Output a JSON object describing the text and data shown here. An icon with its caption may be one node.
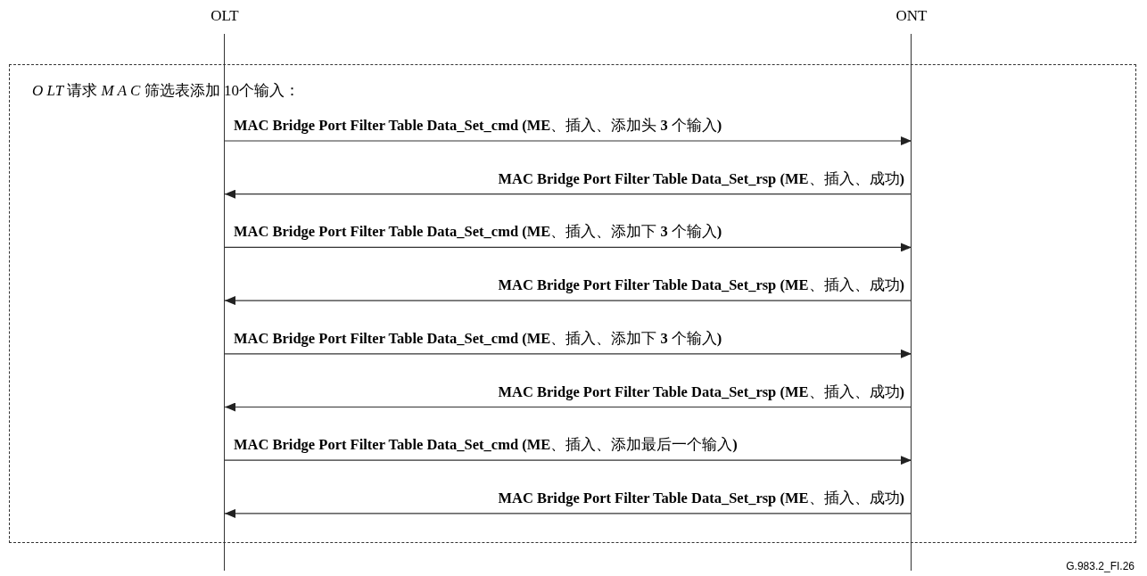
{
  "diagram": {
    "nodes": [
      {
        "text": [
          "OLT"
        ]
      },
      {
        "text": [
          "ONT"
        ]
      }
    ],
    "edges": [
      {
        "from": 0,
        "to": 1,
        "arrow": "to",
        "label": "**MAC Bridge Port Filter Table Data_Set_cmd (ME**、插入、添加头 **3** 个输入**)**"
      },
      {
        "from": 1,
        "to": 0,
        "arrow": "to",
        "label": "**MAC Bridge Port Filter Table Data_Set_rsp (ME**、插入、成功**)**"
      },
      {
        "from": 0,
        "to": 1,
        "arrow": "to",
        "label": "**MAC Bridge Port Filter Table Data_Set_cmd (ME**、插入、添加下 **3** 个输入**)**"
      },
      {
        "from": 1,
        "to": 0,
        "arrow": "to",
        "label": "**MAC Bridge Port Filter Table Data_Set_rsp (ME**、插入、成功**)**"
      },
      {
        "from": 0,
        "to": 1,
        "arrow": "to",
        "label": "**MAC Bridge Port Filter Table Data_Set_cmd (ME**、插入、添加下 **3** 个输入**)**"
      },
      {
        "from": 1,
        "to": 0,
        "arrow": "to",
        "label": "**MAC Bridge Port Filter Table Data_Set_rsp (ME**、插入、成功**)**"
      },
      {
        "from": 0,
        "to": 1,
        "arrow": "to",
        "label": "**MAC Bridge Port Filter Table Data_Set_cmd (ME**、插入、添加最后一个输入**)**"
      },
      {
        "from": 1,
        "to": 0,
        "arrow": "to",
        "label": "**MAC Bridge Port Filter Table Data_Set_rsp (ME**、插入、成功**)**"
      }
    ],
    "labels": [
      "*O LT* 请求 *M A C* 筛选表添加 10个输入：",
      "G.983.2_FI.26"
    ]
  }
}
